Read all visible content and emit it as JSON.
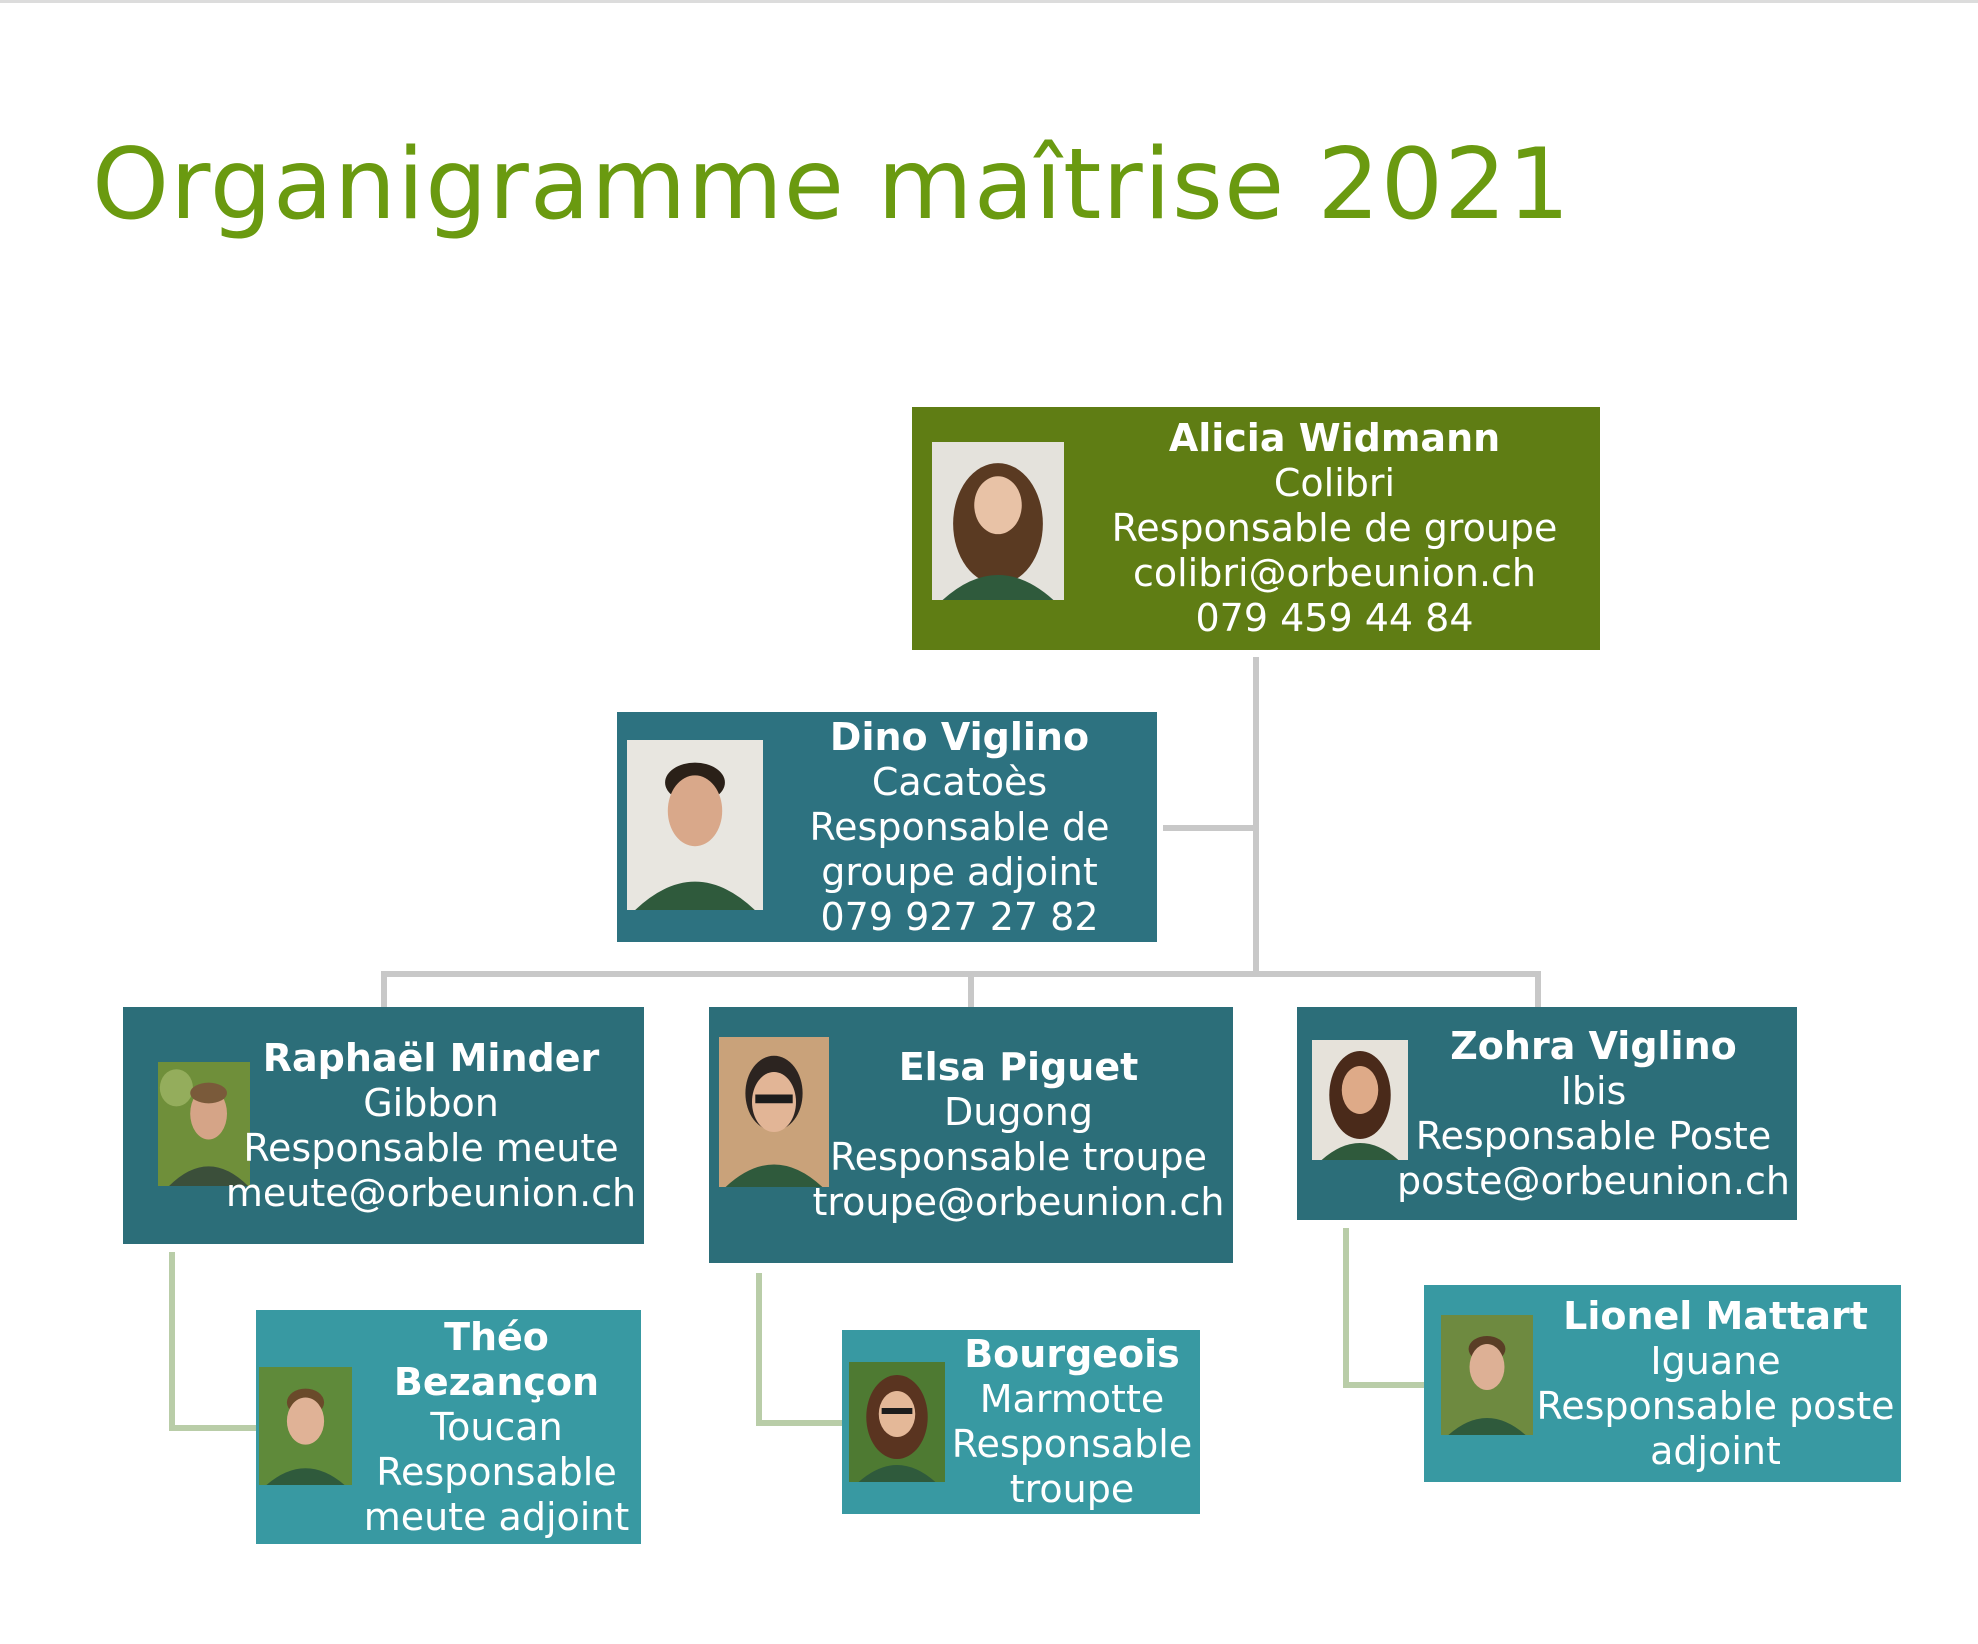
{
  "title": "Organigramme maîtrise 2021",
  "colors": {
    "title": "#6a9a10",
    "root_box": "#5f7d14",
    "deputy_box": "#2d7280",
    "lead_box": "#2c6e79",
    "assistant_box": "#3899a2",
    "main_connector": "#c8c8c8",
    "sub_connector": "#b9cda8",
    "text": "#ffffff"
  },
  "people": {
    "alicia": {
      "name": "Alicia Widmann",
      "totem": "Colibri",
      "role": "Responsable de groupe",
      "email": "colibri@orbeunion.ch",
      "phone": "079 459 44 84",
      "photo_icon": "portrait-icon"
    },
    "dino": {
      "name": "Dino Viglino",
      "totem": "Cacatoès",
      "role_line1": "Responsable de",
      "role_line2": "groupe adjoint",
      "phone": "079 927 27 82",
      "photo_icon": "portrait-icon"
    },
    "raphael": {
      "name": "Raphaël Minder",
      "totem": "Gibbon",
      "role": "Responsable meute",
      "email": "meute@orbeunion.ch",
      "photo_icon": "portrait-icon"
    },
    "elsa": {
      "name": "Elsa Piguet",
      "totem": "Dugong",
      "role": "Responsable troupe",
      "email": "troupe@orbeunion.ch",
      "photo_icon": "portrait-icon"
    },
    "zohra": {
      "name": "Zohra Viglino",
      "totem": "Ibis",
      "role": "Responsable Poste",
      "email": "poste@orbeunion.ch",
      "photo_icon": "portrait-icon"
    },
    "theo": {
      "name_line1": "Théo",
      "name_line2": "Bezançon",
      "totem": "Toucan",
      "role_line1": "Responsable",
      "role_line2": "meute adjoint",
      "photo_icon": "portrait-icon"
    },
    "bourgeois": {
      "name": "Bourgeois",
      "totem": "Marmotte",
      "role_line1": "Responsable",
      "role_line2": "troupe",
      "photo_icon": "portrait-icon"
    },
    "lionel": {
      "name": "Lionel Mattart",
      "totem": "Iguane",
      "role_line1": "Responsable poste",
      "role_line2": "adjoint",
      "photo_icon": "portrait-icon"
    }
  }
}
